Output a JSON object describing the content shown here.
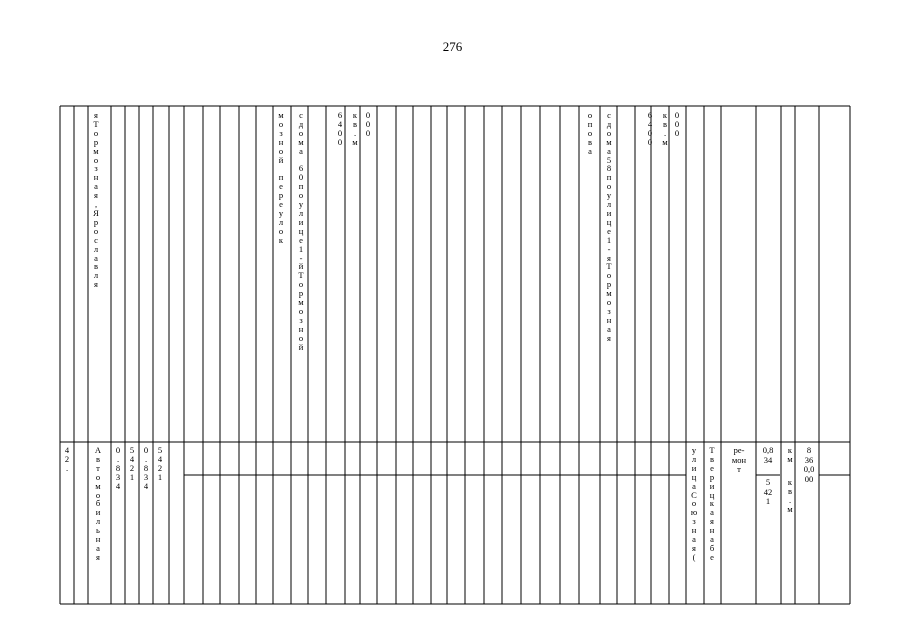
{
  "page": {
    "number": "276"
  },
  "row1": {
    "street_a": "яТормозная,Ярославля",
    "lane_a": "мозной переулок",
    "addr_a": "сдома 60поулице1-йТормозной",
    "num_a": "6400",
    "unit_a": "кв.м",
    "zero_a": "000",
    "addr_b_pre": "опова",
    "addr_b": "сдома58поулице1-яТормозная",
    "num_b": "6400",
    "unit_b": "кв.м",
    "zero_b": "000"
  },
  "row2": {
    "index": "42.",
    "street": "Автомобильная",
    "length_a": "0.834",
    "area_a": "5421",
    "length_b": "0.834",
    "area_b": "5421",
    "from": "улицаСоюзная(",
    "to": "Тверицкаянабе",
    "work_type": "ре-\nмон\nт",
    "length_c": "0,8\n34",
    "area_c": "5\n42\n1",
    "unit_km": "км",
    "unit_m2": "кв.м",
    "total": "8\n36\n0,0\n00"
  }
}
